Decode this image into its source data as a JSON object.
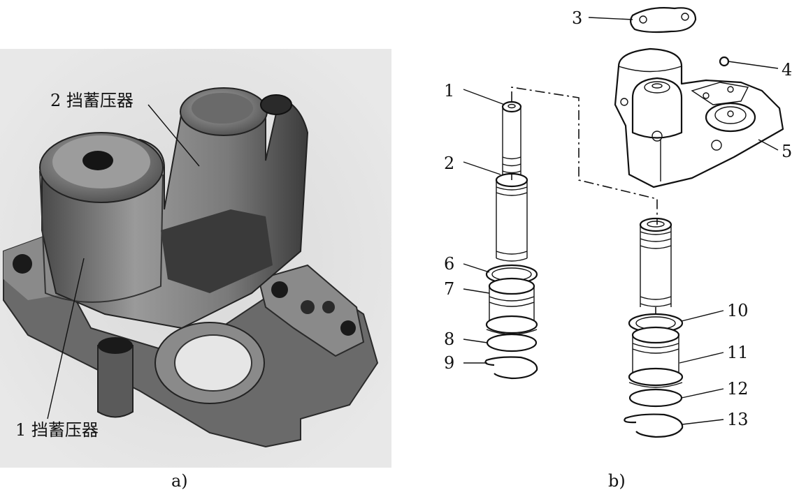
{
  "figure": {
    "panel_a": {
      "caption": "a)",
      "callouts": [
        {
          "id": "callout-a1",
          "text": "1 挡蓄压器"
        },
        {
          "id": "callout-a2",
          "text": "2 挡蓄压器"
        }
      ]
    },
    "panel_b": {
      "caption": "b)",
      "part_numbers": [
        "1",
        "2",
        "3",
        "4",
        "5",
        "6",
        "7",
        "8",
        "9",
        "10",
        "11",
        "12",
        "13"
      ]
    }
  },
  "colors": {
    "ink": "#111111",
    "photo_background": "#d9d9d9",
    "photo_mid": "#8e8e8e",
    "photo_dark": "#3a3a3a"
  }
}
